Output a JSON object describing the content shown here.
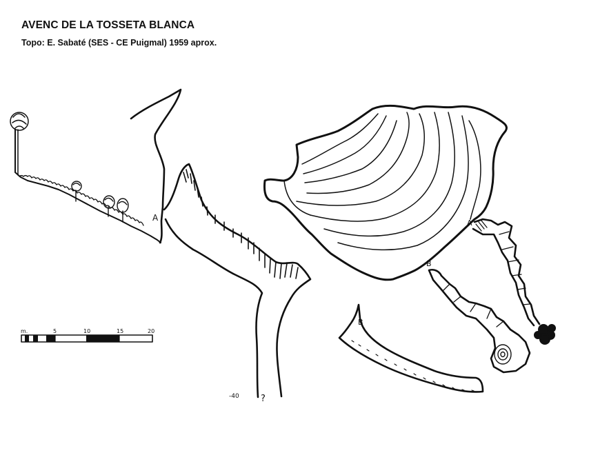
{
  "header": {
    "title": "AVENC DE LA TOSSETA BLANCA",
    "credit": "Topo: E. Sabaté (SES - CE Puigmal)  1959 aprox."
  },
  "section": {
    "entrance_label": "A",
    "depth_label": "-40",
    "unknown_label": "?"
  },
  "plan": {
    "point_a_label": "A",
    "point_b_label": "B"
  },
  "detail": {
    "point_b_label": "B"
  },
  "scale": {
    "ticks": [
      "m.",
      "5",
      "10",
      "15",
      "20"
    ]
  },
  "colors": {
    "ink": "#111111",
    "paper": "#ffffff"
  }
}
